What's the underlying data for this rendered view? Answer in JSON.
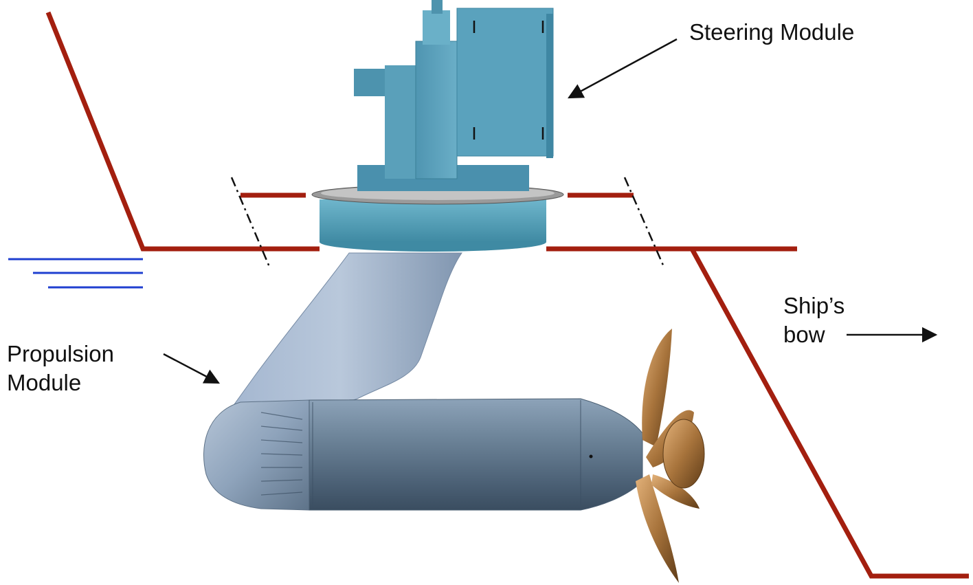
{
  "labels": {
    "steering": "Steering Module",
    "propulsion_line1": "Propulsion",
    "propulsion_line2": "Module",
    "bow_line1": "Ship’s",
    "bow_line2": "bow"
  },
  "colors": {
    "hull": "#a31f0f",
    "water": "#1f3fd0",
    "steering_body": "#5fa3bd",
    "pod_body": "#6e8599",
    "strut": "#8fa5c2",
    "propeller": "#a5733d",
    "arrow": "#111111"
  }
}
